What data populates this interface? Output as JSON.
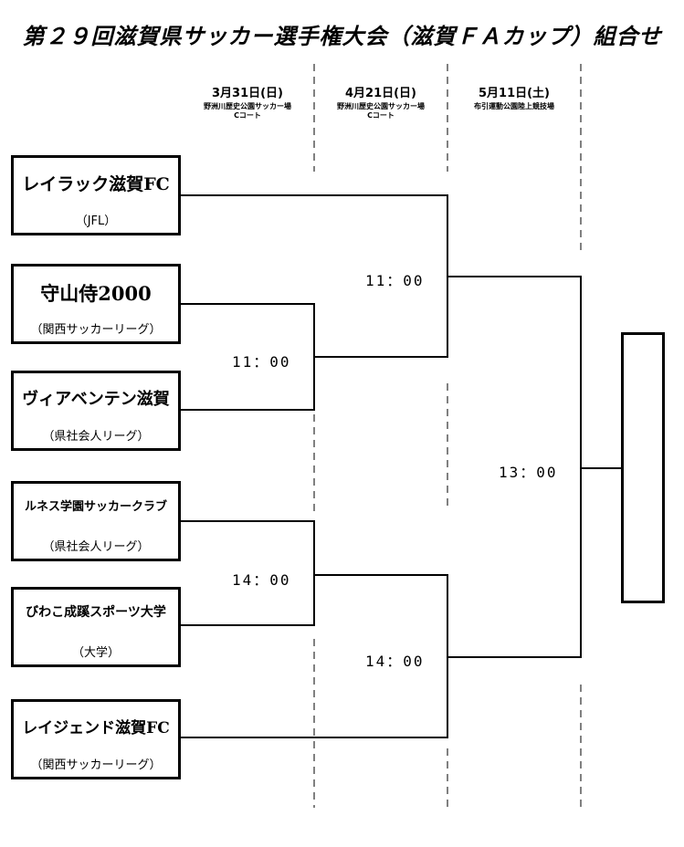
{
  "title": "第２９回滋賀県サッカー選手権大会（滋賀ＦＡカップ）組合せ",
  "rounds": [
    {
      "date": "3月31日(日)",
      "venue": "野洲川歴史公園サッカー場",
      "court": "Cコート"
    },
    {
      "date": "4月21日(日)",
      "venue": "野洲川歴史公園サッカー場",
      "court": "Cコート"
    },
    {
      "date": "5月11日(土)",
      "venue": "布引運動公園陸上競技場",
      "court": ""
    }
  ],
  "teams": [
    {
      "name": "レイラック滋賀FC",
      "league": "（JFL）"
    },
    {
      "name": "守山侍2000",
      "league": "（関西サッカーリーグ）"
    },
    {
      "name": "ヴィアベンテン滋賀",
      "league": "（県社会人リーグ）"
    },
    {
      "name": "ルネス学園サッカークラブ",
      "league": "（県社会人リーグ）"
    },
    {
      "name": "びわこ成蹊スポーツ大学",
      "league": "（大学）"
    },
    {
      "name": "レイジェンド滋賀FC",
      "league": "（関西サッカーリーグ）"
    }
  ],
  "match_times": {
    "r1_match_a": "11：00",
    "r1_match_b": "14：00",
    "r2_match_a": "11：00",
    "r2_match_b": "14：00",
    "final": "13：00"
  }
}
